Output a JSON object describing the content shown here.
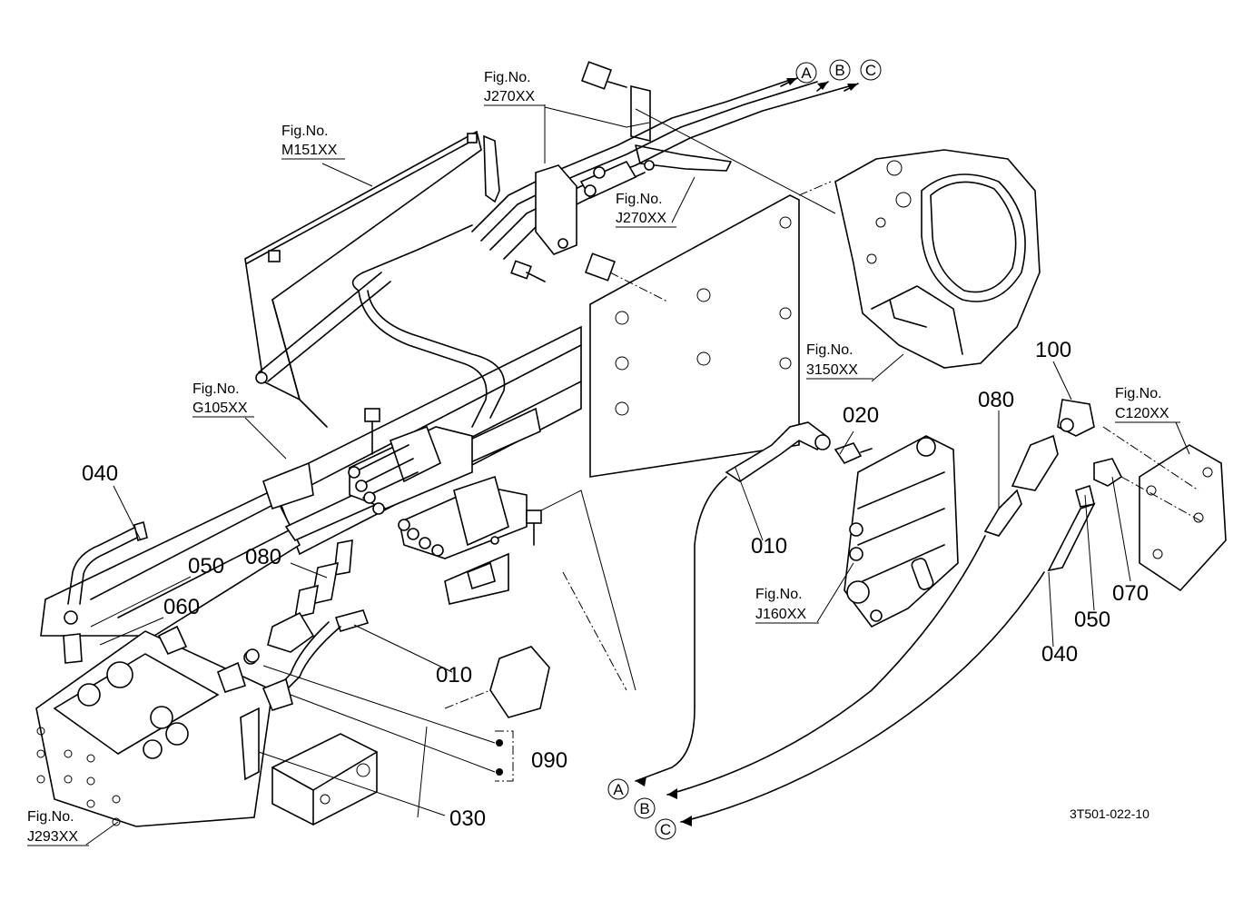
{
  "figure_refs": [
    {
      "line1": "Fig.No.",
      "line2": "J270XX"
    },
    {
      "line1": "Fig.No.",
      "line2": "M151XX"
    },
    {
      "line1": "Fig.No.",
      "line2": "J270XX"
    },
    {
      "line1": "Fig.No.",
      "line2": "G105XX"
    },
    {
      "line1": "Fig.No.",
      "line2": "3150XX"
    },
    {
      "line1": "Fig.No.",
      "line2": "C120XX"
    },
    {
      "line1": "Fig.No.",
      "line2": "J160XX"
    },
    {
      "line1": "Fig.No.",
      "line2": "J293XX"
    }
  ],
  "part_numbers": {
    "left_040": "040",
    "left_050": "050",
    "left_060": "060",
    "left_080": "080",
    "left_010": "010",
    "left_090": "090",
    "left_030": "030",
    "right_020": "020",
    "right_010": "010",
    "right_080": "080",
    "right_100": "100",
    "right_050": "050",
    "right_070": "070",
    "right_040": "040"
  },
  "connectors": {
    "a": "A",
    "b": "B",
    "c": "C"
  },
  "drawing_code": "3T501-022-10"
}
